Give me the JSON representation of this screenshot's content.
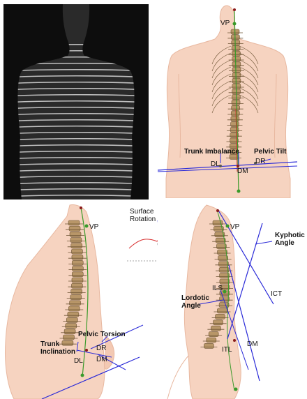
{
  "panels": {
    "back": {
      "vp": "VP",
      "trunk_imbalance": "Trunk Imbalance",
      "pelvic_tilt": "Pelvic Tilt",
      "dl": "DL",
      "dr": "DR",
      "dm": "DM"
    },
    "surface": {
      "line1": "Surface",
      "line2": "Rotation"
    },
    "oblique": {
      "vp": "VP",
      "pelvic_torsion": "Pelvic Torsion",
      "trunk_line1": "Trunk",
      "trunk_line2": "Inclination",
      "dr": "DR",
      "dl": "DL",
      "dm": "DM"
    },
    "lateral": {
      "vp": "VP",
      "kyphotic_line1": "Kyphotic",
      "kyphotic_line2": "Angle",
      "ics": "ICT",
      "ils": "ILS",
      "lordotic_line1": "Lordotic",
      "lordotic_line2": "Angle",
      "itl": "ITL",
      "dm": "DM"
    }
  },
  "colors": {
    "skin": "#f6d3c0",
    "skin_shade": "#e8b8a0",
    "bone": "#b89668",
    "bone_dark": "#6e5535",
    "line_blue": "#2a2ad8",
    "line_red": "#d83030",
    "line_green": "#3a9a2a",
    "photo_bg": "#0d0d0d",
    "stripe": "#d9d9d9"
  }
}
